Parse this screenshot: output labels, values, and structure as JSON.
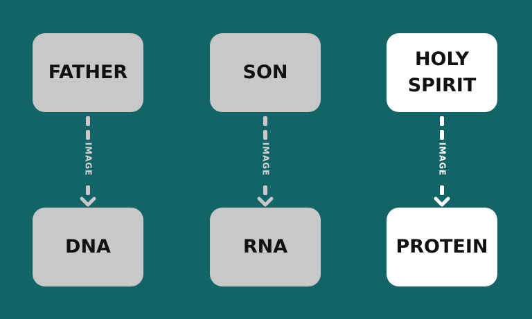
{
  "columns": [
    {
      "top": "FATHER",
      "bottom": "DNA",
      "relation": "IMAGE"
    },
    {
      "top": "SON",
      "bottom": "RNA",
      "relation": "IMAGE"
    },
    {
      "top_lines": [
        "HOLY",
        "SPIRIT"
      ],
      "bottom": "PROTEIN",
      "relation": "IMAGE"
    }
  ],
  "colors": {
    "background": "#136466",
    "box_grey": "#c8c8c8",
    "box_white": "#ffffff",
    "text": "#111111"
  }
}
